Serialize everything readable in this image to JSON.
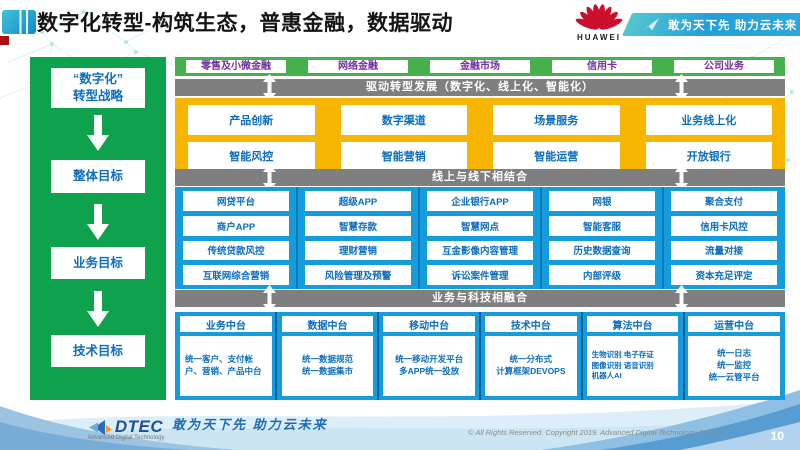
{
  "colors": {
    "sidebar_green": "#0EA24D",
    "top_row_green": "#46B14C",
    "yellow": "#F6B500",
    "blue_panel": "#149CDB",
    "gray_bar": "#7F7F7F",
    "purple_text": "#7030A0",
    "blue_text": "#0B6DBE",
    "huawei_red": "#CE0E2D"
  },
  "header": {
    "title": "数字化转型-构筑生态，普惠金融，数据驱动",
    "huawei_label": "HUAWEI",
    "banner_tagline": "敢为天下先 助力云未来"
  },
  "sidebar": {
    "items": [
      "“数字化”\n转型战略",
      "整体目标",
      "业务目标",
      "技术目标"
    ]
  },
  "business_lines": [
    "零售及小微金融",
    "网络金融",
    "金融市场",
    "信用卡",
    "公司业务"
  ],
  "connectors": {
    "bar1": "驱动转型发展（数字化、线上化、智能化）",
    "bar2": "线上与线下相结合",
    "bar3": "业务与科技相融合"
  },
  "capabilities": {
    "row1": [
      "产品创新",
      "数字渠道",
      "场景服务",
      "业务线上化"
    ],
    "row2": [
      "智能风控",
      "智能营销",
      "智能运营",
      "开放银行"
    ]
  },
  "channels": {
    "row1": [
      "网贷平台",
      "超级APP",
      "企业银行APP",
      "网银",
      "聚合支付"
    ],
    "row2": [
      "商户APP",
      "智慧存款",
      "智慧网点",
      "智能客服",
      "信用卡风控"
    ],
    "row3": [
      "传统贷款风控",
      "理财营销",
      "互金影像内容管理",
      "历史数据查询",
      "流量对接"
    ],
    "row4": [
      "互联网综合营销",
      "风险管理及预警",
      "诉讼案件管理",
      "内部评级",
      "资本充足评定"
    ]
  },
  "platforms": {
    "columns": [
      {
        "title": "业务中台",
        "body": "统一客户、支付帐户、营销、产品中台"
      },
      {
        "title": "数据中台",
        "body": "统一数据规范\n统一数据集市"
      },
      {
        "title": "移动中台",
        "body": "统一移动开发平台\n多APP统一投放"
      },
      {
        "title": "技术中台",
        "body": "统一分布式\n计算框架DEVOPS"
      },
      {
        "title": "算法中台",
        "body": "生物识别 电子存证\n图像识别 语音识别\n机器人AI"
      },
      {
        "title": "运营中台",
        "body": "统一日志\n统一监控\n统一云管平台"
      }
    ]
  },
  "footer": {
    "logo_text": "DTEC",
    "logo_subtext": "Advanced Digital Technology",
    "tagline": "敢为天下先  助力云未来",
    "copyright": "© All Rights Reserved. Copyright 2019. Advanced Digital Technology CO.,Ltd",
    "page_number": "10"
  }
}
